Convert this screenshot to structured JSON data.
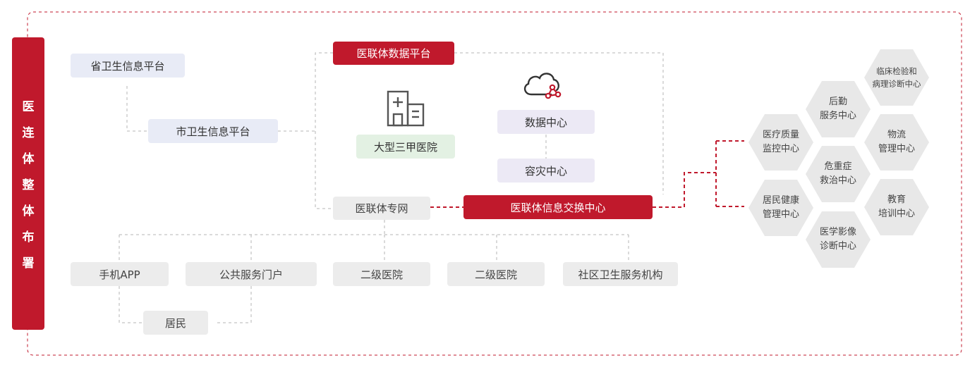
{
  "sidebar": {
    "chars": [
      "医",
      "连",
      "体",
      "整",
      "体",
      "布",
      "署"
    ]
  },
  "top": {
    "province_platform": "省卫生信息平台",
    "city_platform": "市卫生信息平台"
  },
  "core": {
    "platform_title": "医联体数据平台",
    "big_hospital": "大型三甲医院",
    "data_center": "数据中心",
    "disaster_center": "容灾中心",
    "private_network": "医联体专网",
    "exchange_center": "医联体信息交换中心"
  },
  "bottom": {
    "mobile_app": "手机APP",
    "public_portal": "公共服务门户",
    "secondary_hospital_1": "二级医院",
    "secondary_hospital_2": "二级医院",
    "community_center": "社区卫生服务机构",
    "residents": "居民"
  },
  "hexagons": {
    "h1": [
      "医疗质量",
      "监控中心"
    ],
    "h2": [
      "居民健康",
      "管理中心"
    ],
    "h3": [
      "后勤",
      "服务中心"
    ],
    "h4": [
      "危重症",
      "救治中心"
    ],
    "h5": [
      "医学影像",
      "诊断中心"
    ],
    "h6": [
      "临床检验和",
      "病理诊断中心"
    ],
    "h7": [
      "物流",
      "管理中心"
    ],
    "h8": [
      "教育",
      "培训中心"
    ]
  },
  "colors": {
    "accent": "#c0192c",
    "hex_fill": "#e8e8e8",
    "line_gray": "#b5b5b5"
  },
  "icons": {
    "hospital": "hospital-building-icon",
    "cloud": "cloud-network-icon"
  }
}
